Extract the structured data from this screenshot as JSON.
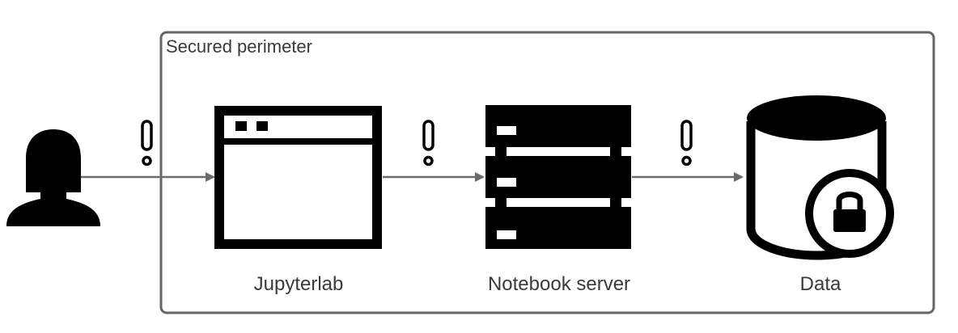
{
  "diagram": {
    "perimeter_label": "Secured perimeter",
    "nodes": [
      {
        "id": "user",
        "icon": "user-icon",
        "label": ""
      },
      {
        "id": "jupyterlab",
        "icon": "browser-window-icon",
        "label": "Jupyterlab"
      },
      {
        "id": "notebook-server",
        "icon": "server-rack-icon",
        "label": "Notebook server"
      },
      {
        "id": "data",
        "icon": "locked-database-icon",
        "label": "Data"
      }
    ],
    "edges": [
      {
        "from": "user",
        "to": "jupyterlab",
        "marker": "exclamation-icon"
      },
      {
        "from": "jupyterlab",
        "to": "notebook-server",
        "marker": "exclamation-icon"
      },
      {
        "from": "notebook-server",
        "to": "data",
        "marker": "exclamation-icon"
      }
    ],
    "colors": {
      "frame": "#666666",
      "arrow": "#6b6b6b",
      "icon": "#000000",
      "text": "#3a3a3a"
    }
  }
}
